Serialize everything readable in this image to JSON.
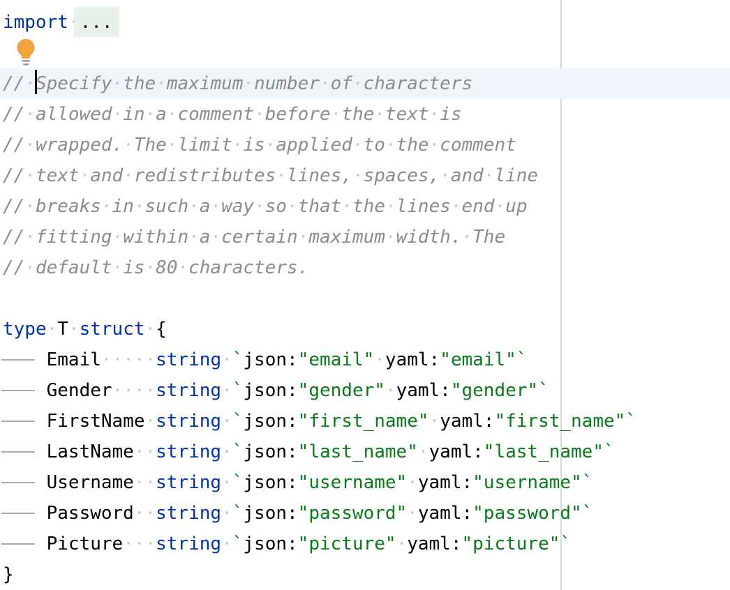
{
  "editor": {
    "colors": {
      "keyword": "#0033B3",
      "plain": "#000000",
      "comment": "#8C8C8C",
      "string": "#067D17",
      "fold_bg": "#E9F2E9",
      "caret_row_bg": "#F0F4FA",
      "guide": "#D8DADE",
      "whitespace": "#C8CBCF",
      "tab_line": "#A9ACB0",
      "caret": "#000000",
      "bulb": "#F2A33C",
      "bulb_base": "#9AA0A6"
    },
    "lines": [
      {
        "name": "import-line",
        "segments": [
          {
            "t": "import",
            "c": "kw",
            "n": "keyword-import"
          },
          {
            "t": " ",
            "c": "pl"
          },
          {
            "t": "...",
            "c": "fold",
            "n": "folded-imports"
          }
        ]
      },
      {
        "type": "bulb",
        "name": "intention-bulb-line"
      },
      {
        "name": "comment-line",
        "caret_row": true,
        "segments": [
          {
            "t": "// ",
            "c": "cm",
            "n": "comment-token"
          },
          {
            "caret": true
          },
          {
            "t": "Specify the maximum number of characters",
            "c": "cm",
            "n": "comment-token"
          }
        ]
      },
      {
        "name": "comment-line",
        "segments": [
          {
            "t": "// allowed in a comment before the text is",
            "c": "cm",
            "n": "comment-token"
          }
        ]
      },
      {
        "name": "comment-line",
        "segments": [
          {
            "t": "// wrapped. The limit is applied to the comment",
            "c": "cm",
            "n": "comment-token"
          }
        ]
      },
      {
        "name": "comment-line",
        "segments": [
          {
            "t": "// text and redistributes lines, spaces, and line",
            "c": "cm",
            "n": "comment-token"
          }
        ]
      },
      {
        "name": "comment-line",
        "segments": [
          {
            "t": "// breaks in such a way so that the lines end up",
            "c": "cm",
            "n": "comment-token"
          }
        ]
      },
      {
        "name": "comment-line",
        "segments": [
          {
            "t": "// fitting within a certain maximum width. The",
            "c": "cm",
            "n": "comment-token"
          }
        ]
      },
      {
        "name": "comment-line",
        "segments": [
          {
            "t": "// default is 80 characters.",
            "c": "cm",
            "n": "comment-token"
          }
        ]
      },
      {
        "name": "blank-line",
        "segments": []
      },
      {
        "name": "struct-declaration-line",
        "segments": [
          {
            "t": "type",
            "c": "kw",
            "n": "keyword-type"
          },
          {
            "t": " ",
            "c": "pl"
          },
          {
            "t": "T",
            "c": "pl",
            "n": "struct-name"
          },
          {
            "t": " ",
            "c": "pl"
          },
          {
            "t": "struct",
            "c": "kw",
            "n": "keyword-struct"
          },
          {
            "t": " ",
            "c": "pl"
          },
          {
            "t": "{",
            "c": "pl",
            "n": "open-brace"
          }
        ]
      },
      {
        "name": "struct-field-line",
        "segments": [
          {
            "t": "\t",
            "c": "tab"
          },
          {
            "t": "Email     ",
            "c": "pl",
            "n": "field-name"
          },
          {
            "t": "string",
            "c": "kw",
            "n": "field-type"
          },
          {
            "t": " ",
            "c": "pl"
          },
          {
            "t": "`",
            "c": "str"
          },
          {
            "t": "json:",
            "c": "pl",
            "n": "tag-key"
          },
          {
            "t": "\"email\"",
            "c": "str",
            "n": "tag-value"
          },
          {
            "t": " ",
            "c": "pl"
          },
          {
            "t": "yaml:",
            "c": "pl",
            "n": "tag-key"
          },
          {
            "t": "\"email\"",
            "c": "str",
            "n": "tag-value"
          },
          {
            "t": "`",
            "c": "str"
          }
        ]
      },
      {
        "name": "struct-field-line",
        "segments": [
          {
            "t": "\t",
            "c": "tab"
          },
          {
            "t": "Gender    ",
            "c": "pl",
            "n": "field-name"
          },
          {
            "t": "string",
            "c": "kw",
            "n": "field-type"
          },
          {
            "t": " ",
            "c": "pl"
          },
          {
            "t": "`",
            "c": "str"
          },
          {
            "t": "json:",
            "c": "pl",
            "n": "tag-key"
          },
          {
            "t": "\"gender\"",
            "c": "str",
            "n": "tag-value"
          },
          {
            "t": " ",
            "c": "pl"
          },
          {
            "t": "yaml:",
            "c": "pl",
            "n": "tag-key"
          },
          {
            "t": "\"gender\"",
            "c": "str",
            "n": "tag-value"
          },
          {
            "t": "`",
            "c": "str"
          }
        ]
      },
      {
        "name": "struct-field-line",
        "segments": [
          {
            "t": "\t",
            "c": "tab"
          },
          {
            "t": "FirstName ",
            "c": "pl",
            "n": "field-name"
          },
          {
            "t": "string",
            "c": "kw",
            "n": "field-type"
          },
          {
            "t": " ",
            "c": "pl"
          },
          {
            "t": "`",
            "c": "str"
          },
          {
            "t": "json:",
            "c": "pl",
            "n": "tag-key"
          },
          {
            "t": "\"first_name\"",
            "c": "str",
            "n": "tag-value"
          },
          {
            "t": " ",
            "c": "pl"
          },
          {
            "t": "yaml:",
            "c": "pl",
            "n": "tag-key"
          },
          {
            "t": "\"first_name\"",
            "c": "str",
            "n": "tag-value"
          },
          {
            "t": "`",
            "c": "str"
          }
        ]
      },
      {
        "name": "struct-field-line",
        "segments": [
          {
            "t": "\t",
            "c": "tab"
          },
          {
            "t": "LastName  ",
            "c": "pl",
            "n": "field-name"
          },
          {
            "t": "string",
            "c": "kw",
            "n": "field-type"
          },
          {
            "t": " ",
            "c": "pl"
          },
          {
            "t": "`",
            "c": "str"
          },
          {
            "t": "json:",
            "c": "pl",
            "n": "tag-key"
          },
          {
            "t": "\"last_name\"",
            "c": "str",
            "n": "tag-value"
          },
          {
            "t": " ",
            "c": "pl"
          },
          {
            "t": "yaml:",
            "c": "pl",
            "n": "tag-key"
          },
          {
            "t": "\"last_name\"",
            "c": "str",
            "n": "tag-value"
          },
          {
            "t": "`",
            "c": "str"
          }
        ]
      },
      {
        "name": "struct-field-line",
        "segments": [
          {
            "t": "\t",
            "c": "tab"
          },
          {
            "t": "Username  ",
            "c": "pl",
            "n": "field-name"
          },
          {
            "t": "string",
            "c": "kw",
            "n": "field-type"
          },
          {
            "t": " ",
            "c": "pl"
          },
          {
            "t": "`",
            "c": "str"
          },
          {
            "t": "json:",
            "c": "pl",
            "n": "tag-key"
          },
          {
            "t": "\"username\"",
            "c": "str",
            "n": "tag-value"
          },
          {
            "t": " ",
            "c": "pl"
          },
          {
            "t": "yaml:",
            "c": "pl",
            "n": "tag-key"
          },
          {
            "t": "\"username\"",
            "c": "str",
            "n": "tag-value"
          },
          {
            "t": "`",
            "c": "str"
          }
        ]
      },
      {
        "name": "struct-field-line",
        "segments": [
          {
            "t": "\t",
            "c": "tab"
          },
          {
            "t": "Password  ",
            "c": "pl",
            "n": "field-name"
          },
          {
            "t": "string",
            "c": "kw",
            "n": "field-type"
          },
          {
            "t": " ",
            "c": "pl"
          },
          {
            "t": "`",
            "c": "str"
          },
          {
            "t": "json:",
            "c": "pl",
            "n": "tag-key"
          },
          {
            "t": "\"password\"",
            "c": "str",
            "n": "tag-value"
          },
          {
            "t": " ",
            "c": "pl"
          },
          {
            "t": "yaml:",
            "c": "pl",
            "n": "tag-key"
          },
          {
            "t": "\"password\"",
            "c": "str",
            "n": "tag-value"
          },
          {
            "t": "`",
            "c": "str"
          }
        ]
      },
      {
        "name": "struct-field-line",
        "segments": [
          {
            "t": "\t",
            "c": "tab"
          },
          {
            "t": "Picture   ",
            "c": "pl",
            "n": "field-name"
          },
          {
            "t": "string",
            "c": "kw",
            "n": "field-type"
          },
          {
            "t": " ",
            "c": "pl"
          },
          {
            "t": "`",
            "c": "str"
          },
          {
            "t": "json:",
            "c": "pl",
            "n": "tag-key"
          },
          {
            "t": "\"picture\"",
            "c": "str",
            "n": "tag-value"
          },
          {
            "t": " ",
            "c": "pl"
          },
          {
            "t": "yaml:",
            "c": "pl",
            "n": "tag-key"
          },
          {
            "t": "\"picture\"",
            "c": "str",
            "n": "tag-value"
          },
          {
            "t": "`",
            "c": "str"
          }
        ]
      },
      {
        "name": "close-brace-line",
        "segments": [
          {
            "t": "}",
            "c": "pl",
            "n": "close-brace"
          }
        ]
      }
    ]
  }
}
